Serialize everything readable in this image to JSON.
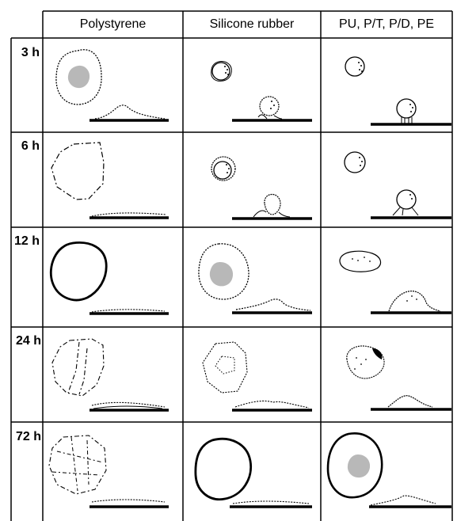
{
  "columns": [
    "Polystyrene",
    "Silicone rubber",
    "PU, P/T, P/D, PE"
  ],
  "rows": [
    "3 h",
    "6 h",
    "12 h",
    "24 h",
    "72 h"
  ],
  "cells": [
    [
      "polystyrene-3h",
      "silicone-3h",
      "pu-3h"
    ],
    [
      "polystyrene-6h",
      "silicone-6h",
      "pu-6h"
    ],
    [
      "polystyrene-12h",
      "silicone-12h",
      "pu-12h"
    ],
    [
      "polystyrene-24h",
      "silicone-24h",
      "pu-24h"
    ],
    [
      "polystyrene-72h",
      "silicone-72h",
      "pu-72h"
    ]
  ]
}
